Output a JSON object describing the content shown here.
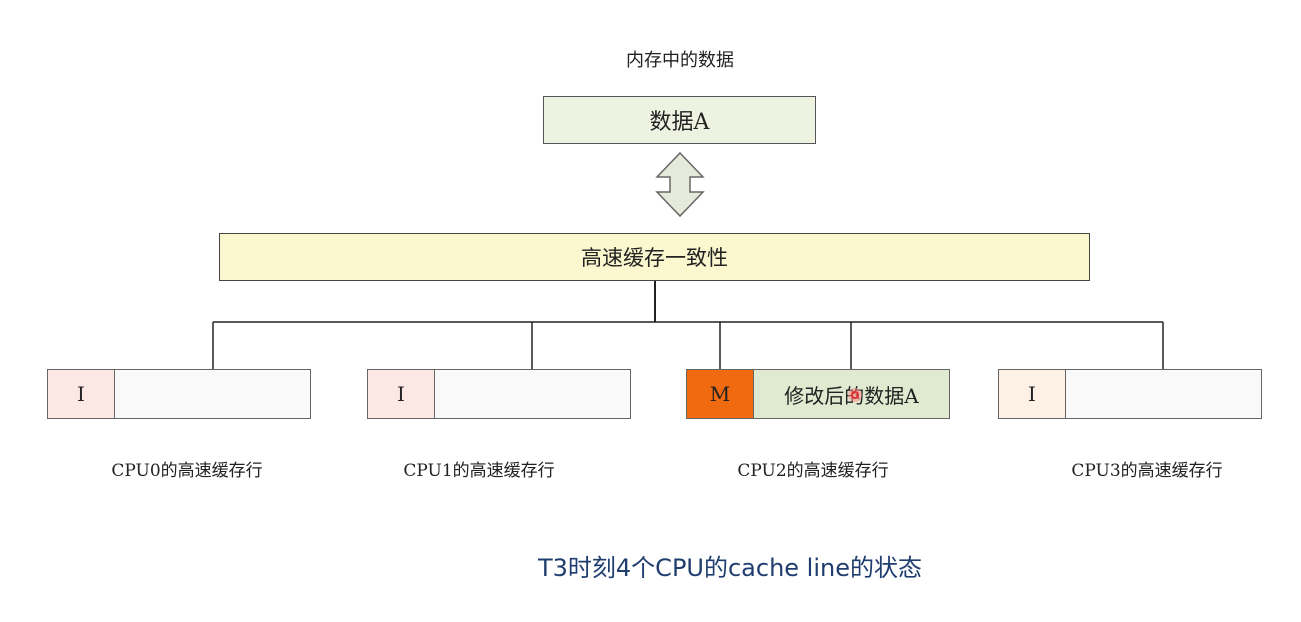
{
  "memory": {
    "label": "内存中的数据",
    "value": "数据A"
  },
  "coherence": {
    "label": "高速缓存一致性"
  },
  "cpus": [
    {
      "state": "I",
      "data": "",
      "label": "CPU0的高速缓存行",
      "state_color": "#fbe7e4"
    },
    {
      "state": "I",
      "data": "",
      "label": "CPU1的高速缓存行",
      "state_color": "#fbe7e4"
    },
    {
      "state": "M",
      "data": "修改后的数据A",
      "label": "CPU2的高速缓存行",
      "state_color": "#f06a10",
      "data_color": "#dfead0"
    },
    {
      "state": "I",
      "data": "",
      "label": "CPU3的高速缓存行",
      "state_color": "#fdf1e6"
    }
  ],
  "caption": "T3时刻4个CPU的cache line的状态"
}
